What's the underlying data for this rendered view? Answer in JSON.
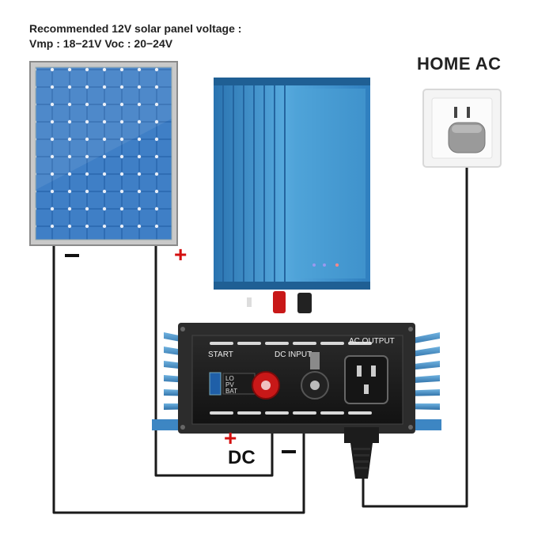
{
  "header": {
    "line1": "Recommended 12V solar panel voltage :",
    "line2": "Vmp : 18−21V Voc : 20−24V"
  },
  "outlet": {
    "title": "HOME AC"
  },
  "polarity": {
    "panel_negative": "−",
    "panel_positive": "+",
    "dc_positive": "+",
    "dc_label": "DC",
    "dc_negative": "−"
  },
  "inverter_front": {
    "start_label": "START",
    "dc_input_label": "DC INPUT",
    "ac_output_label": "AC OUTPUT",
    "switch_labels": [
      "LO",
      "PV",
      "BAT"
    ]
  },
  "icons": [
    "solar-panel-icon",
    "inverter-top-icon",
    "wall-socket-icon",
    "ac-plug-icon",
    "inverter-front-icon"
  ],
  "colors": {
    "wire": "#1a1a1a",
    "positive_sign": "#d41010",
    "panel_blue": "#2f6db4",
    "inverter_blue": "#3c93cf"
  }
}
